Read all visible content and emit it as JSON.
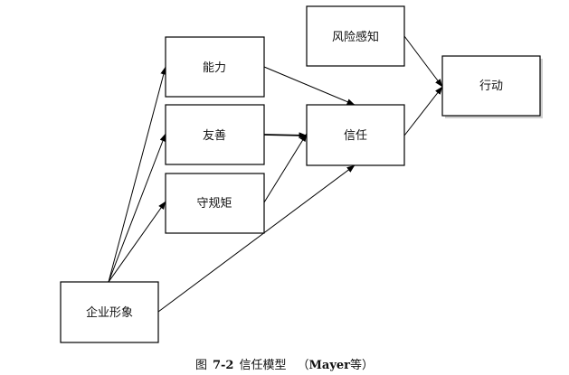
{
  "nodes": {
    "ability": "能力",
    "benevolence": "友善",
    "integrity": "守规矩",
    "corporate_image": "企业形象",
    "risk_perception": "风险感知",
    "trust": "信任",
    "action": "行动"
  },
  "edges": [
    {
      "from": "corporate_image",
      "to": "ability"
    },
    {
      "from": "corporate_image",
      "to": "benevolence"
    },
    {
      "from": "corporate_image",
      "to": "integrity"
    },
    {
      "from": "corporate_image",
      "to": "trust"
    },
    {
      "from": "ability",
      "to": "trust"
    },
    {
      "from": "benevolence",
      "to": "trust"
    },
    {
      "from": "integrity",
      "to": "trust"
    },
    {
      "from": "risk_perception",
      "to": "action"
    },
    {
      "from": "trust",
      "to": "action"
    }
  ],
  "caption": {
    "prefix": "图",
    "number": "7-2",
    "title": "信任模型",
    "ref_open": "（",
    "ref_name": "Mayer",
    "ref_suffix": "等）"
  }
}
